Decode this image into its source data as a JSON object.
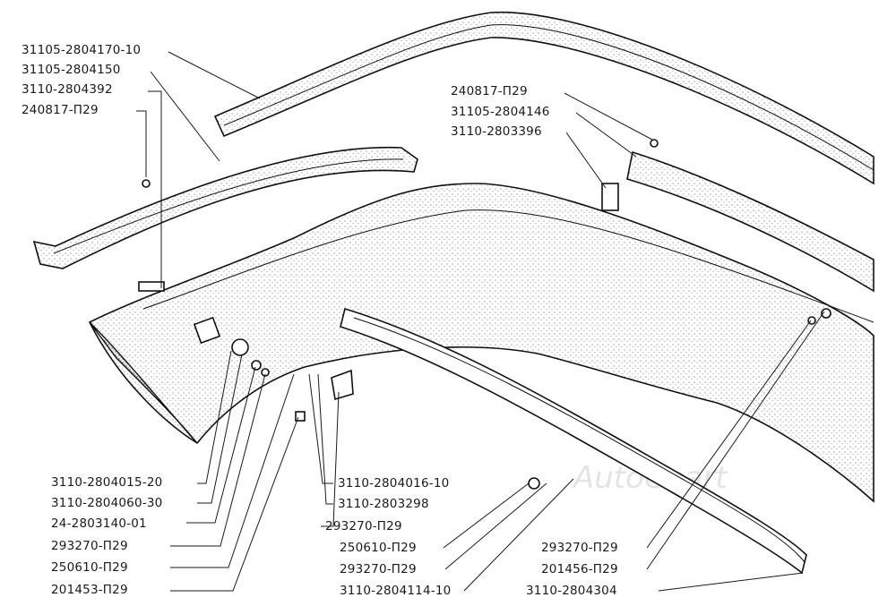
{
  "watermark": "AutoCoart",
  "callouts": {
    "c01": "31105-2804170-10",
    "c02": "31105-2804150",
    "c03": "3110-2804392",
    "c04": "240817-П29",
    "c05": "240817-П29",
    "c06": "31105-2804146",
    "c07": "3110-2803396",
    "c08": "3110-2804015-20",
    "c09": "3110-2804060-30",
    "c10": "24-2803140-01",
    "c11": "293270-П29",
    "c12": "250610-П29",
    "c13": "201453-П29",
    "c14": "3110-2804016-10",
    "c15": "3110-2803298",
    "c16": "293270-П29",
    "c17": "250610-П29",
    "c18": "293270-П29",
    "c19": "3110-2804114-10",
    "c20": "293270-П29",
    "c21": "201456-П29",
    "c22": "3110-2804304"
  }
}
